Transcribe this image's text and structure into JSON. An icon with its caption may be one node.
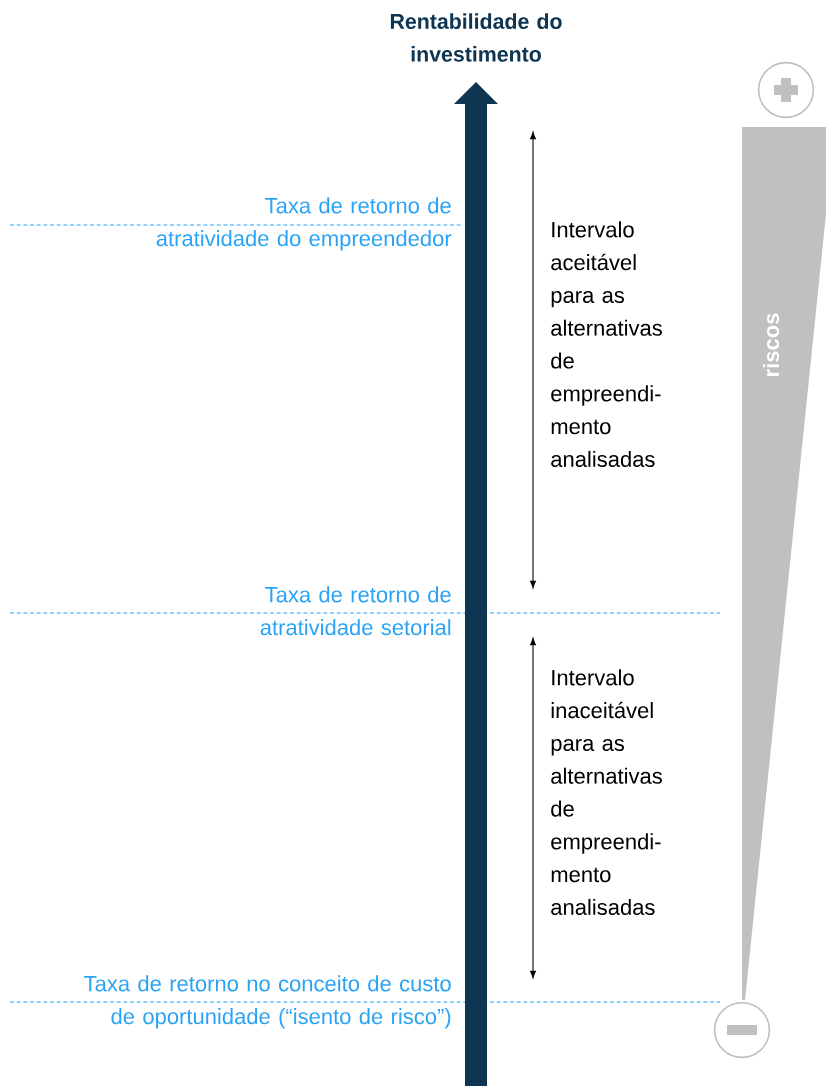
{
  "diagram": {
    "title": "Rentabilidade do investimento",
    "nodes": [
      {
        "text": [
          "riscos"
        ]
      }
    ],
    "edges": [],
    "labels": [
      "Taxa de retorno de atratividade do empreendedor",
      "Taxa de retorno de atratividade setorial",
      "Taxa de retorno no conceito de custo de oportunidade (“isento de risco”)",
      "Intervalo aceitável para as alternativas de empreendi- mento analisadas",
      "Intervalo inaceitável para as alternativas de empreendi- mento analisadas"
    ]
  }
}
